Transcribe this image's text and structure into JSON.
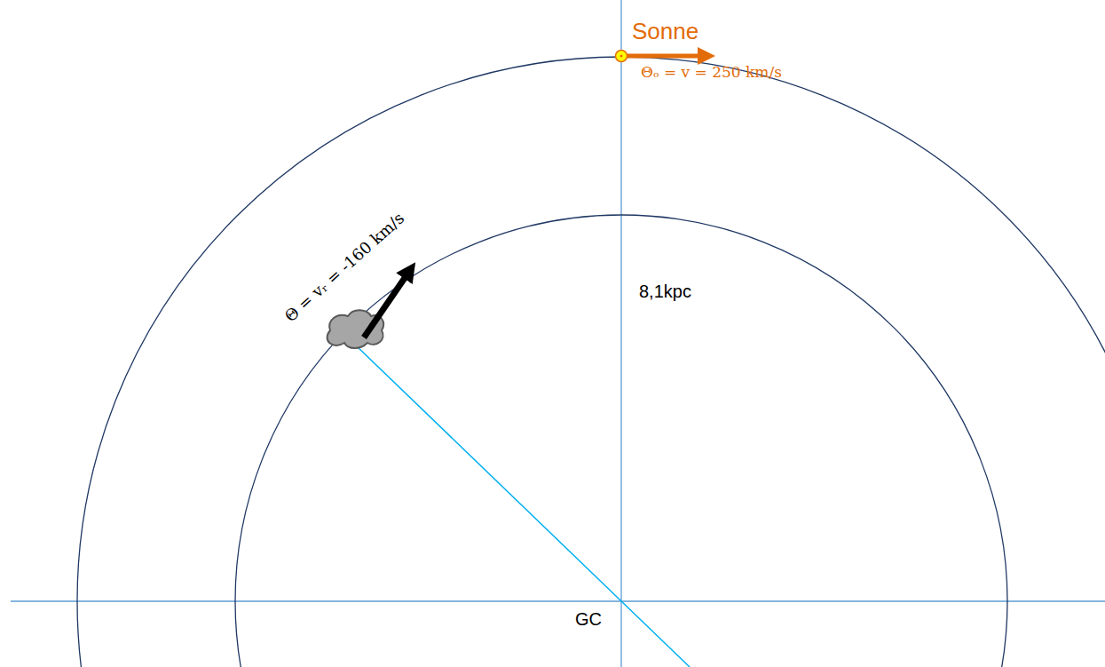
{
  "diagram": {
    "labels": [
      "Sonne",
      "Θₒ = v = 250 km/s",
      "Θ = vᵣ = -160 km/s",
      "8,1kpc",
      "GC"
    ]
  }
}
